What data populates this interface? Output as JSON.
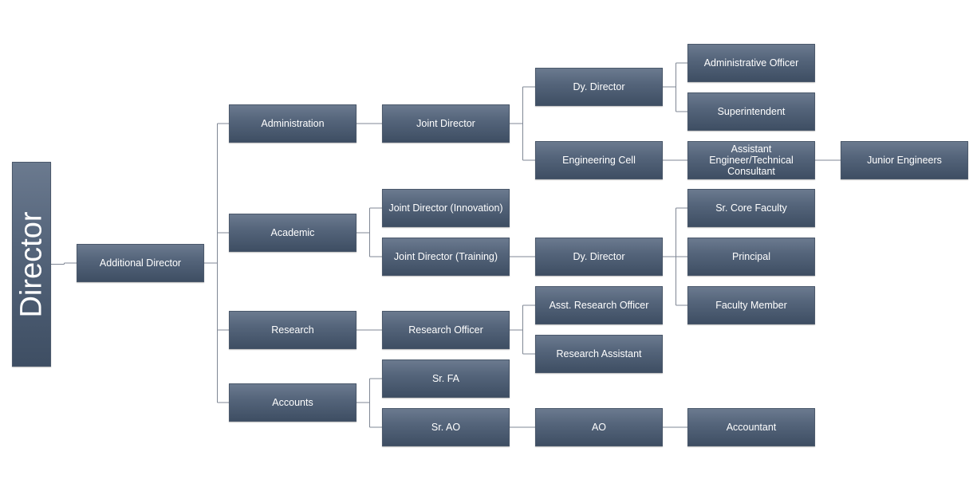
{
  "org_chart": {
    "nodes": [
      {
        "id": "director",
        "label": "Director",
        "parent": null
      },
      {
        "id": "additional-director",
        "label": "Additional Director",
        "parent": "director"
      },
      {
        "id": "administration",
        "label": "Administration",
        "parent": "additional-director"
      },
      {
        "id": "academic",
        "label": "Academic",
        "parent": "additional-director"
      },
      {
        "id": "research",
        "label": "Research",
        "parent": "additional-director"
      },
      {
        "id": "accounts",
        "label": "Accounts",
        "parent": "additional-director"
      },
      {
        "id": "joint-director",
        "label": "Joint Director",
        "parent": "administration"
      },
      {
        "id": "dy-director-admin",
        "label": "Dy. Director",
        "parent": "joint-director"
      },
      {
        "id": "engineering-cell",
        "label": "Engineering Cell",
        "parent": "joint-director"
      },
      {
        "id": "administrative-officer",
        "label": "Administrative Officer",
        "parent": "dy-director-admin"
      },
      {
        "id": "superintendent",
        "label": "Superintendent",
        "parent": "dy-director-admin"
      },
      {
        "id": "assistant-engineer",
        "label": "Assistant Engineer/Technical Consultant",
        "parent": "engineering-cell"
      },
      {
        "id": "junior-engineers",
        "label": "Junior Engineers",
        "parent": "assistant-engineer"
      },
      {
        "id": "joint-director-innovation",
        "label": "Joint Director (Innovation)",
        "parent": "academic"
      },
      {
        "id": "joint-director-training",
        "label": "Joint Director (Training)",
        "parent": "academic"
      },
      {
        "id": "dy-director-training",
        "label": "Dy. Director",
        "parent": "joint-director-training"
      },
      {
        "id": "sr-core-faculty",
        "label": "Sr. Core Faculty",
        "parent": "dy-director-training"
      },
      {
        "id": "principal",
        "label": "Principal",
        "parent": "dy-director-training"
      },
      {
        "id": "faculty-member",
        "label": "Faculty Member",
        "parent": "dy-director-training"
      },
      {
        "id": "research-officer",
        "label": "Research Officer",
        "parent": "research"
      },
      {
        "id": "asst-research-officer",
        "label": "Asst. Research Officer",
        "parent": "research-officer"
      },
      {
        "id": "research-assistant",
        "label": "Research Assistant",
        "parent": "research-officer"
      },
      {
        "id": "sr-fa",
        "label": "Sr. FA",
        "parent": "accounts"
      },
      {
        "id": "sr-ao",
        "label": "Sr. AO",
        "parent": "accounts"
      },
      {
        "id": "ao",
        "label": "AO",
        "parent": "sr-ao"
      },
      {
        "id": "accountant",
        "label": "Accountant",
        "parent": "ao"
      }
    ]
  }
}
